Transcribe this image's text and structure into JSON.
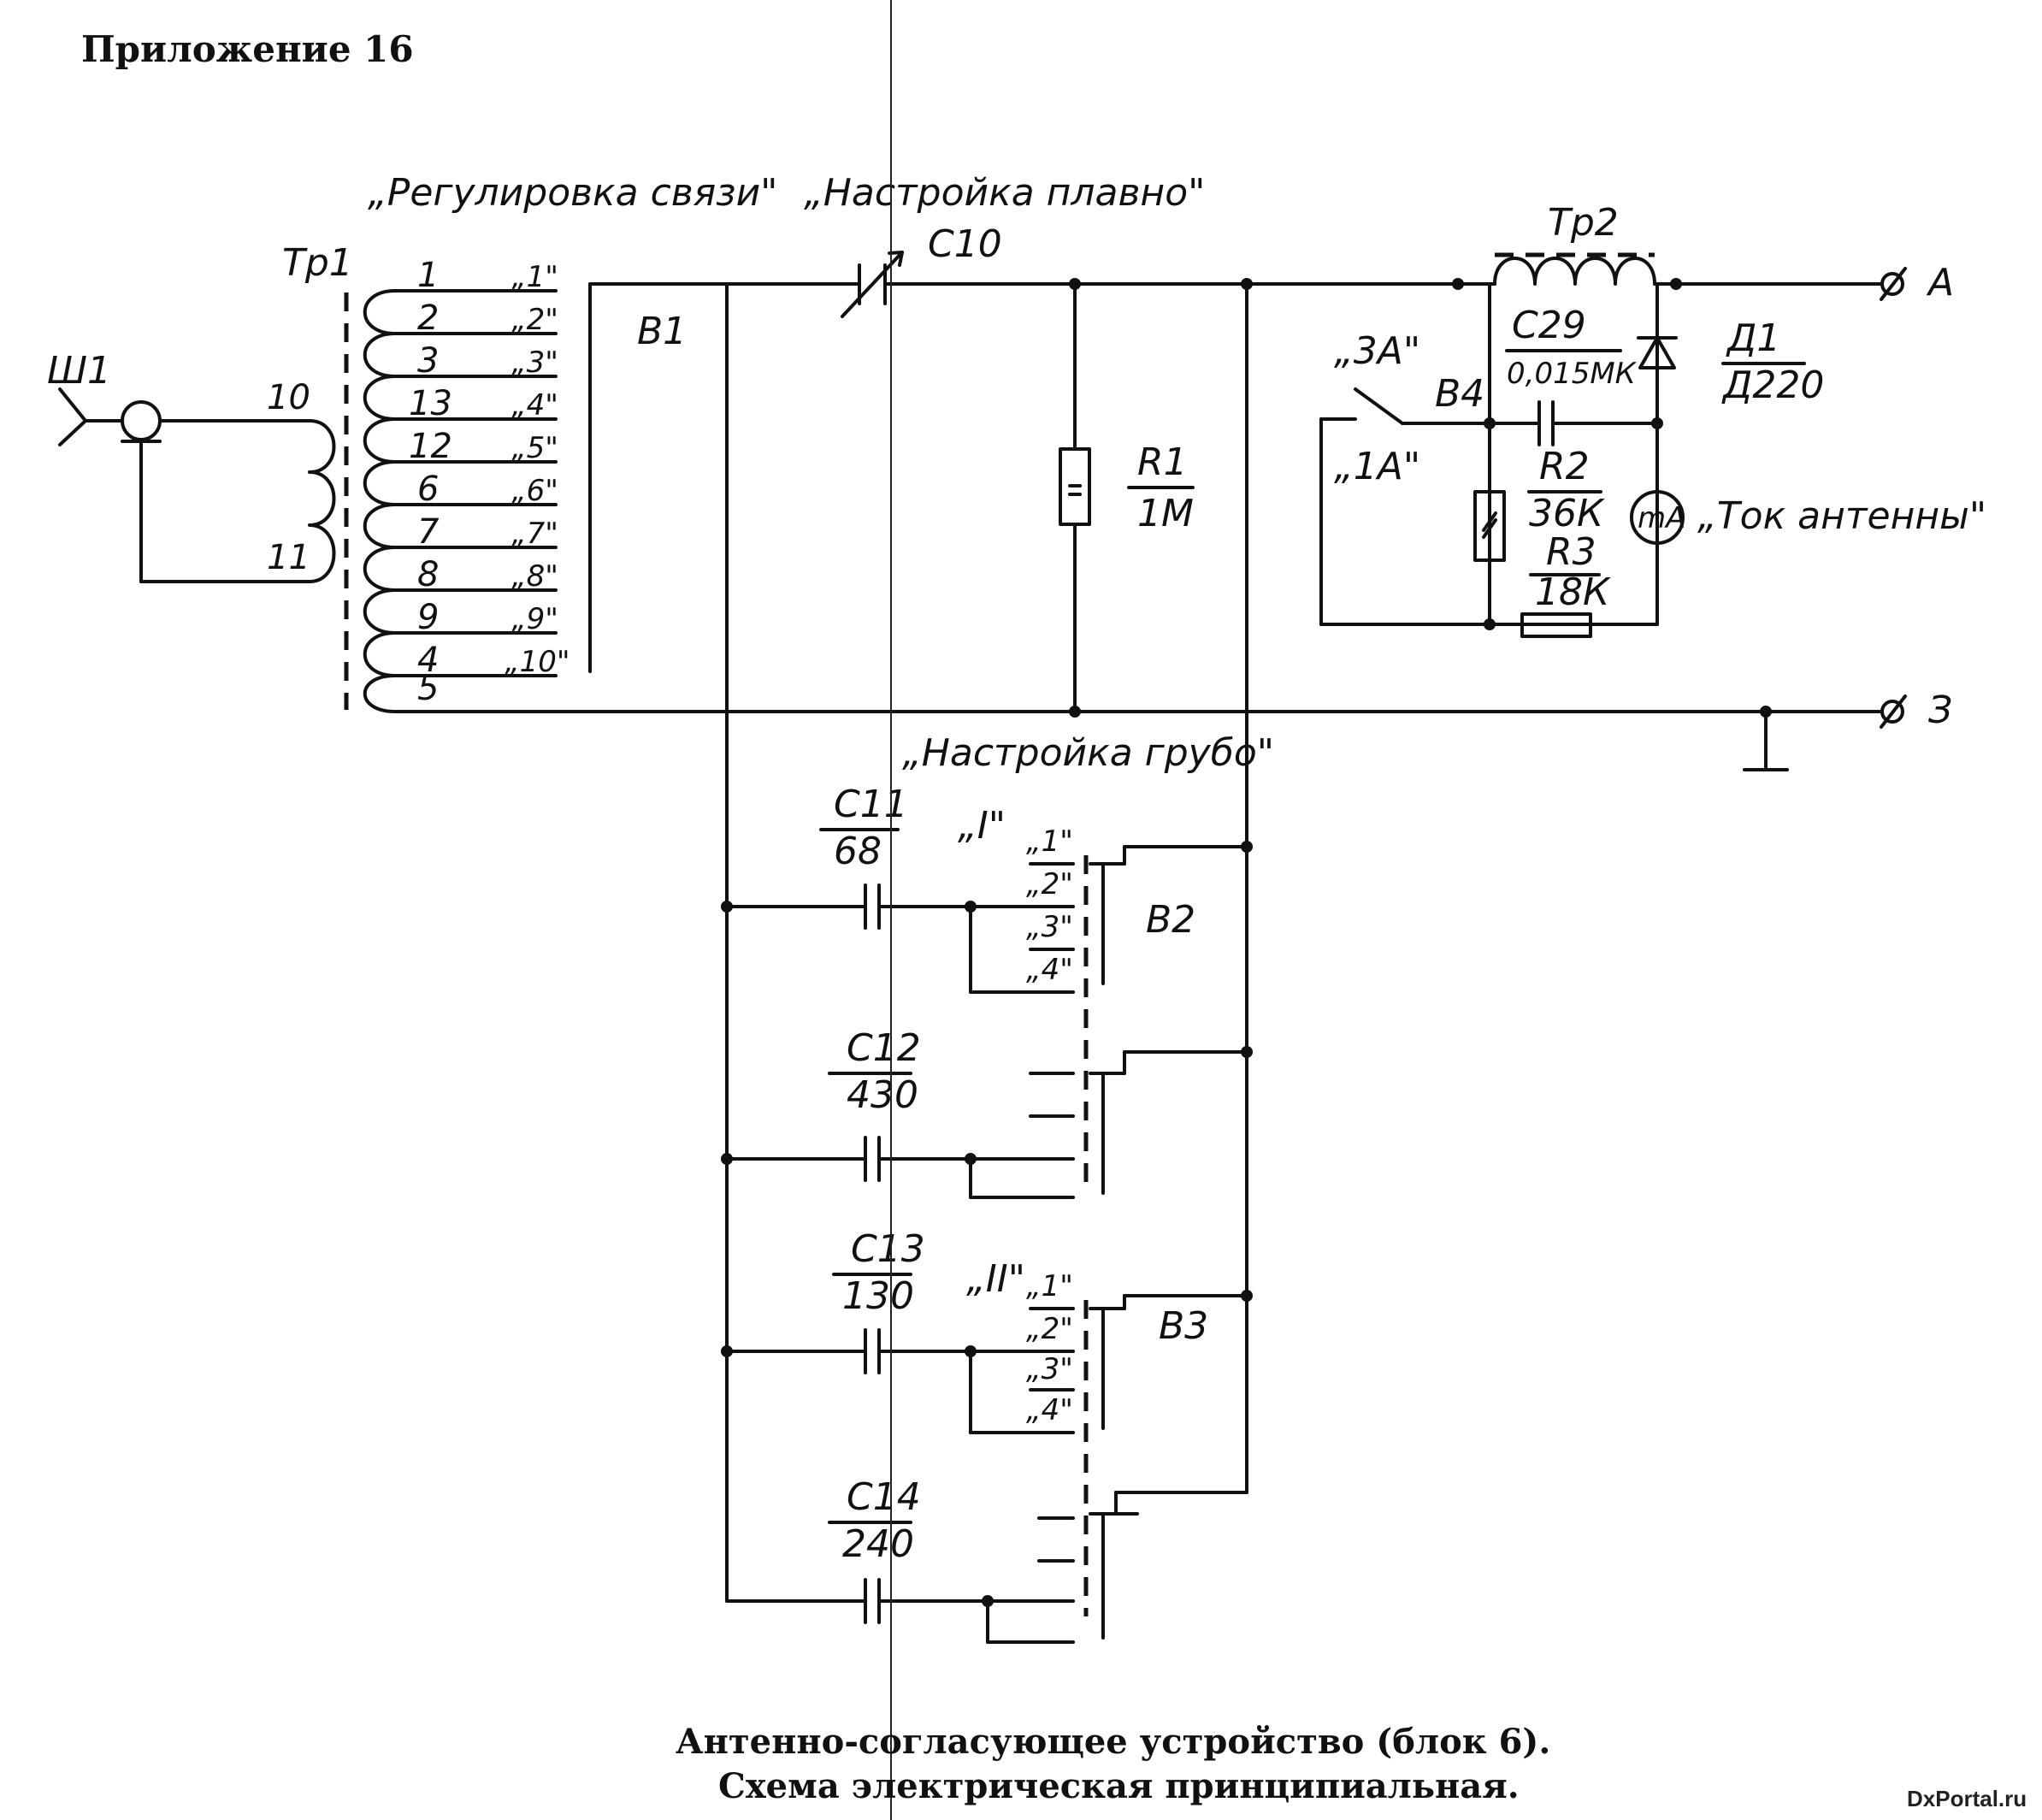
{
  "appendix": "Приложение 16",
  "labels": {
    "coupling": "„Регулировка связи\"",
    "fine_tuning": "„Настройка плавно\"",
    "coarse_tuning": "„Настройка грубо\"",
    "antenna_current": "„Ток антенны\""
  },
  "components": {
    "tr1": "Тр1",
    "tr2": "Тр2",
    "sh1": "Ш1",
    "b1": "В1",
    "b2": "В2",
    "b3": "В3",
    "b4": "В4",
    "c10": "С10",
    "r1_name": "R1",
    "r1_value": "1М",
    "c29_name": "С29",
    "c29_value": "0,015МК",
    "r2_name": "R2",
    "r2_value": "36К",
    "r3_name": "R3",
    "r3_value": "18К",
    "d1_name": "Д1",
    "d1_value": "Д220",
    "c11_name": "С11",
    "c11_value": "68",
    "c12_name": "С12",
    "c12_value": "430",
    "c13_name": "С13",
    "c13_value": "130",
    "c14_name": "С14",
    "c14_value": "240",
    "meter": "mA"
  },
  "terminals": {
    "a": "А",
    "z": "З"
  },
  "primary_taps": [
    "10",
    "11"
  ],
  "winding_taps": [
    "1",
    "2",
    "3",
    "13",
    "12",
    "6",
    "7",
    "8",
    "9",
    "4",
    "5"
  ],
  "coupling_positions": [
    "„1\"",
    "„2\"",
    "„3\"",
    "„4\"",
    "„5\"",
    "„6\"",
    "„7\"",
    "„8\"",
    "„9\"",
    "„10\""
  ],
  "b4_positions": [
    "„3А\"",
    "„1А\""
  ],
  "group_labels": [
    "„I\"",
    "„II\""
  ],
  "switch_positions": [
    "„1\"",
    "„2\"",
    "„3\"",
    "„4\""
  ],
  "caption": {
    "line1": "Антенно-согласующее устройство (блок 6).",
    "line2": "Схема электрическая принципиальная."
  },
  "watermark": "DxPortal.ru"
}
